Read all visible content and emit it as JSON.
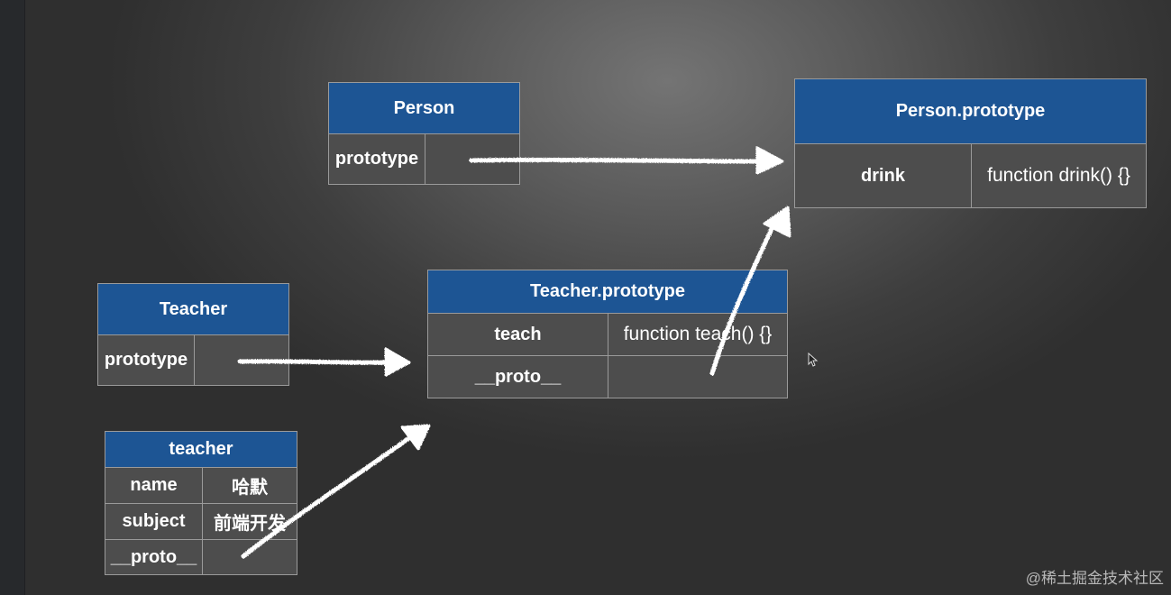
{
  "person": {
    "title": "Person",
    "rows": [
      {
        "key": "prototype",
        "value": ""
      }
    ]
  },
  "person_prototype": {
    "title": "Person.prototype",
    "rows": [
      {
        "key": "drink",
        "value": "function drink() {}"
      }
    ]
  },
  "teacher_ctor": {
    "title": "Teacher",
    "rows": [
      {
        "key": "prototype",
        "value": ""
      }
    ]
  },
  "teacher_prototype": {
    "title": "Teacher.prototype",
    "rows": [
      {
        "key": "teach",
        "value": "function teach() {}"
      },
      {
        "key": "__proto__",
        "value": ""
      }
    ]
  },
  "teacher_obj": {
    "title": "teacher",
    "rows": [
      {
        "key": "name",
        "value": "哈默"
      },
      {
        "key": "subject",
        "value": "前端开发"
      },
      {
        "key": "__proto__",
        "value": ""
      }
    ]
  },
  "watermark": "@稀土掘金技术社区",
  "colors": {
    "header": "#1d5594",
    "cell": "#4d4d4d",
    "border": "#9a9a9a",
    "arrow": "#ffffff"
  }
}
